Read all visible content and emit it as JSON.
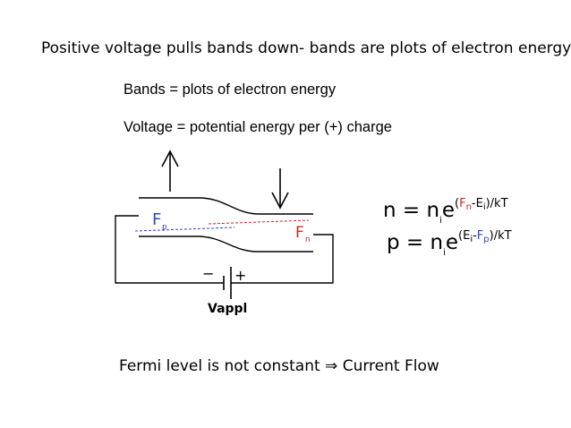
{
  "slide": {
    "title": "Positive voltage pulls bands down- bands are plots of electron energy",
    "line1": "Bands = plots of electron energy",
    "line2": "Voltage = potential energy per (+) charge",
    "footer": "Fermi level is not constant ⇒ Current Flow"
  },
  "diagram": {
    "fp_main": "F",
    "fp_sub": "p",
    "fn_main": "F",
    "fn_sub": "n",
    "minus": "−",
    "plus": "+",
    "battery_label": "Vappl"
  },
  "equations": {
    "n": {
      "lhs": "n = n",
      "sub": "i",
      "base": "e",
      "open": "(",
      "fn": "F",
      "fn_sub": "n",
      "minus": "-E",
      "ei_sub": "i",
      "tail": ")/kT"
    },
    "p": {
      "lhs": "p = n",
      "sub": "i",
      "base": "e",
      "open": "(E",
      "ei_sub": "i",
      "minus": "-",
      "fp": "F",
      "fp_sub": "p",
      "tail": ")/kT"
    }
  },
  "colors": {
    "text": "#000000",
    "fermi_p": "#3344cc",
    "fermi_n": "#dd2222"
  }
}
